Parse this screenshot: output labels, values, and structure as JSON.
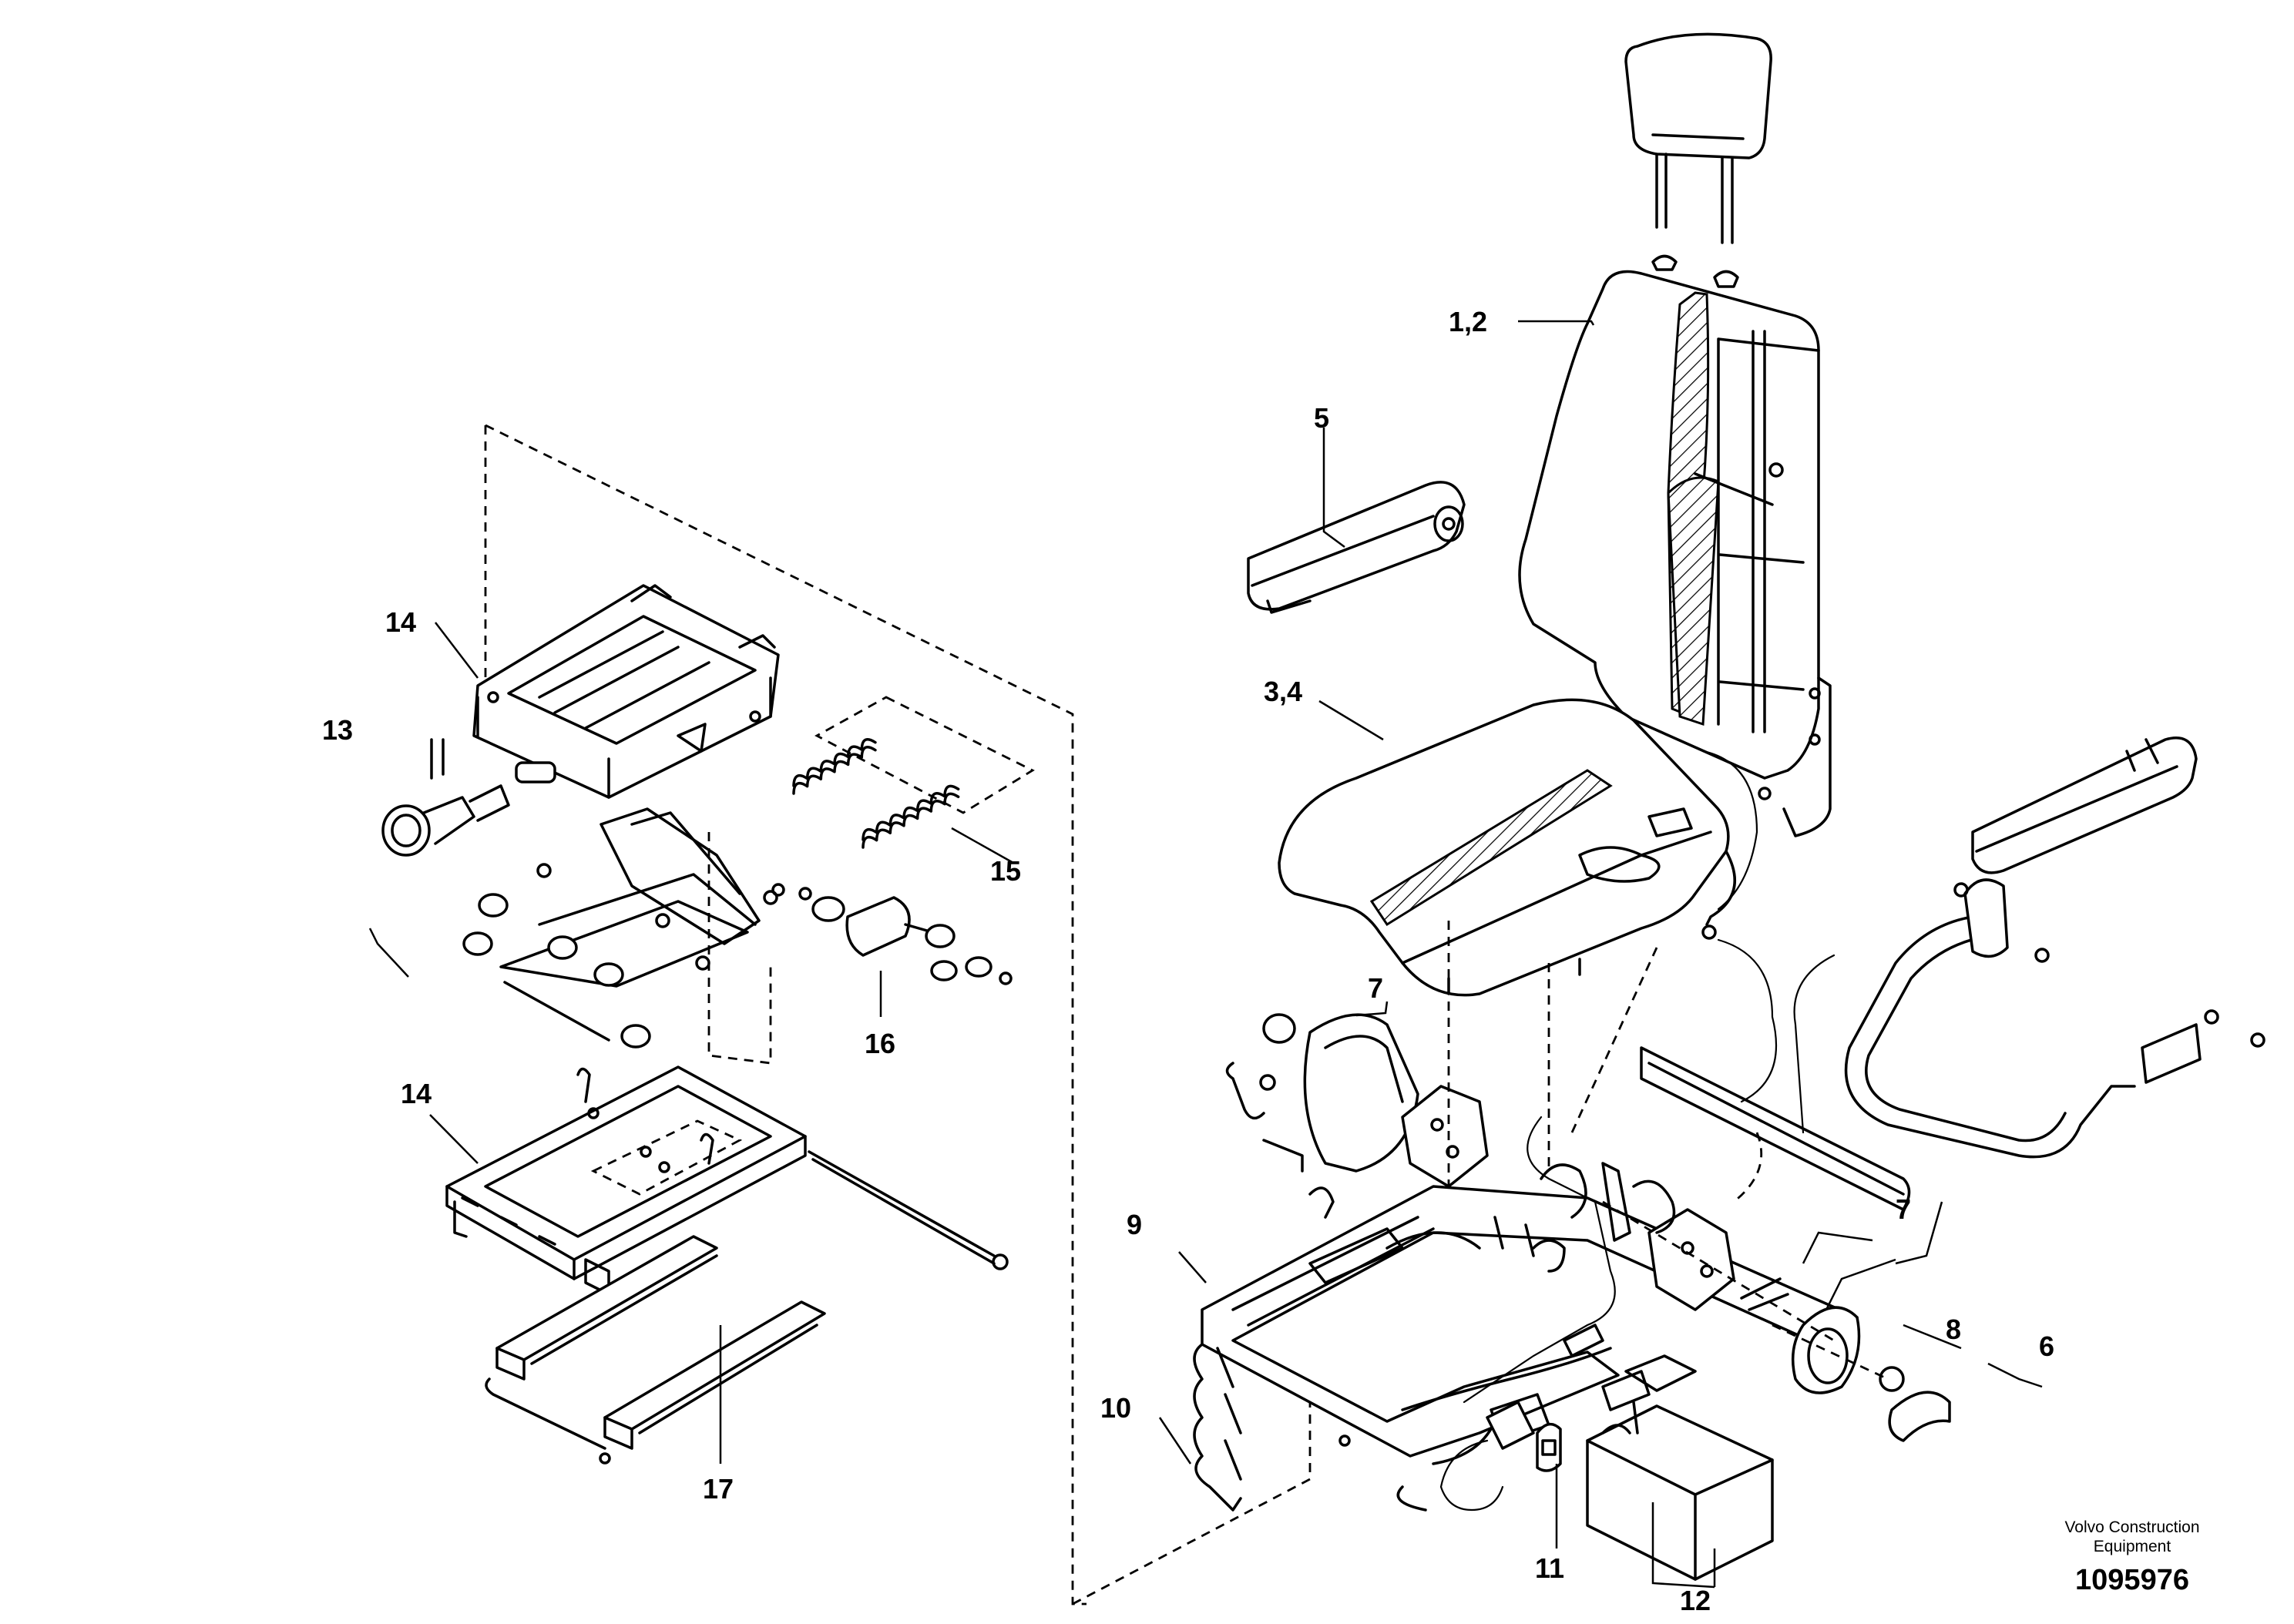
{
  "labels": [
    {
      "id": "1-2",
      "text": "1,2"
    },
    {
      "id": "3-4",
      "text": "3,4"
    },
    {
      "id": "5",
      "text": "5"
    },
    {
      "id": "6",
      "text": "6"
    },
    {
      "id": "7a",
      "text": "7"
    },
    {
      "id": "7b",
      "text": "7"
    },
    {
      "id": "8",
      "text": "8"
    },
    {
      "id": "9",
      "text": "9"
    },
    {
      "id": "10",
      "text": "10"
    },
    {
      "id": "11",
      "text": "11"
    },
    {
      "id": "12",
      "text": "12"
    },
    {
      "id": "13",
      "text": "13"
    },
    {
      "id": "14a",
      "text": "14"
    },
    {
      "id": "14b",
      "text": "14"
    },
    {
      "id": "15",
      "text": "15"
    },
    {
      "id": "16",
      "text": "16"
    },
    {
      "id": "17",
      "text": "17"
    }
  ],
  "footer": {
    "company": "Volvo Construction Equipment",
    "drawing_number": "1095976"
  }
}
